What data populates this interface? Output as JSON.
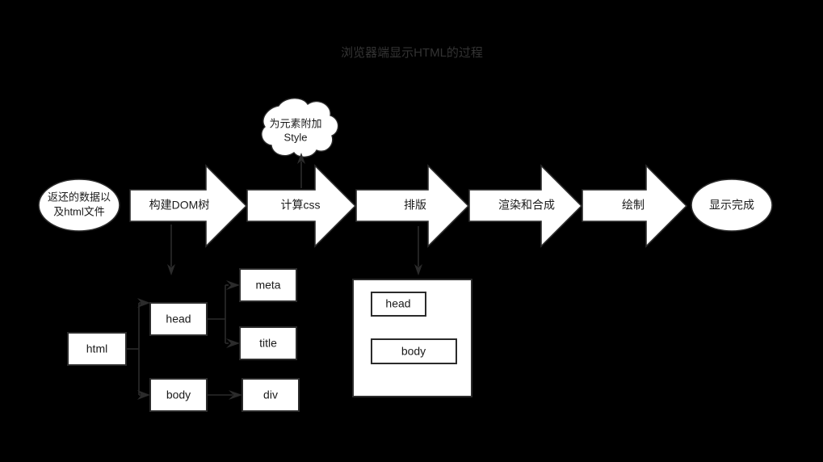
{
  "diagram": {
    "title": "浏览器端显示HTML的过程",
    "background_color": "#000000",
    "shape_fill_color": "#ffffff",
    "shape_stroke_color": "#2b2b2b",
    "text_color": "#1a1a1a",
    "title_color": "#333333",
    "start_node": {
      "type": "ellipse",
      "line1": "返还的数据以",
      "line2": "及html文件"
    },
    "steps": [
      {
        "label": "构建DOM树"
      },
      {
        "label": "计算css"
      },
      {
        "label": "排版"
      },
      {
        "label": "渲染和合成"
      },
      {
        "label": "绘制"
      }
    ],
    "cloud_node": {
      "type": "cloud",
      "line1": "为元素附加",
      "line2": "Style"
    },
    "end_node": {
      "type": "ellipse",
      "label": "显示完成"
    },
    "dom_tree": {
      "root": "html",
      "head": "head",
      "body": "body",
      "meta": "meta",
      "title": "title",
      "div": "div"
    },
    "layout_box": {
      "head": "head",
      "body": "body"
    }
  }
}
